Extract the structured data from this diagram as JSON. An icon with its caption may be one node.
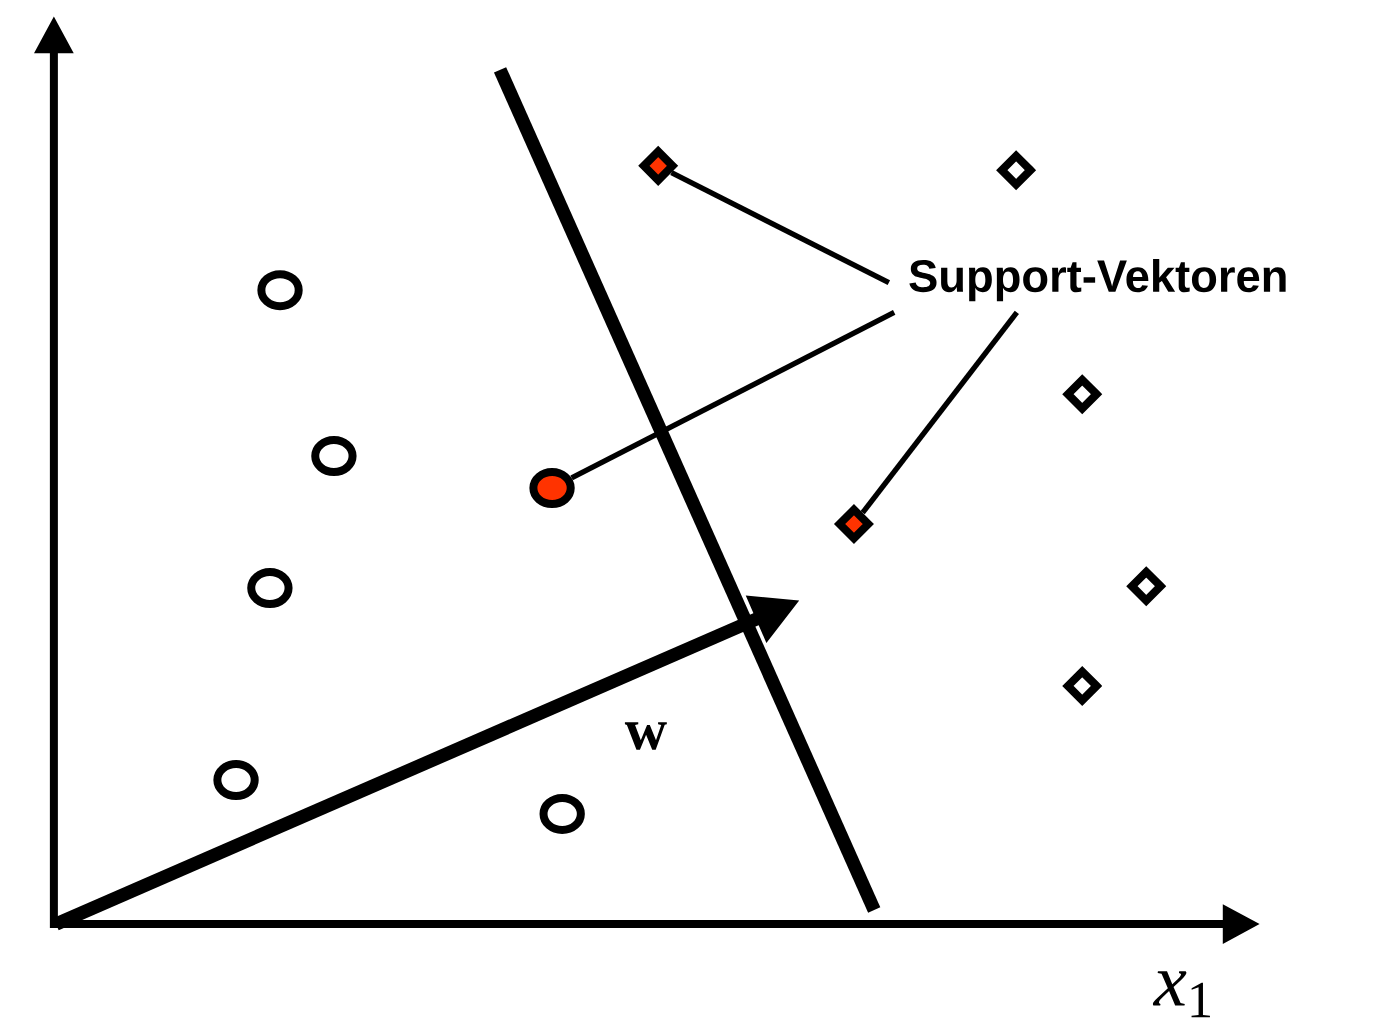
{
  "diagram": {
    "nodes": [
      {
        "text": [],
        "shape": "diamond"
      },
      {
        "text": [
          "Support-Vektoren"
        ]
      },
      {
        "text": [],
        "shape": "circle"
      },
      {
        "text": [],
        "shape": "diamond"
      }
    ],
    "edges": [
      {
        "from": 1,
        "to": 0,
        "arrow": "none"
      },
      {
        "from": 1,
        "to": 2,
        "arrow": "none"
      },
      {
        "from": 1,
        "to": 3,
        "arrow": "none"
      }
    ],
    "labels": [
      "**w**",
      "*x*$_{1}$"
    ]
  }
}
